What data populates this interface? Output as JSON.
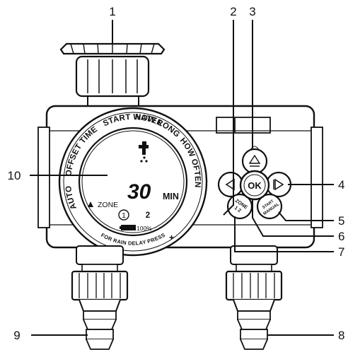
{
  "callouts": {
    "n1": "1",
    "n2": "2",
    "n3": "3",
    "n4": "4",
    "n5": "5",
    "n6": "6",
    "n7": "7",
    "n8": "8",
    "n9": "9",
    "n10": "10"
  },
  "dial_labels": {
    "start_water": "START WATER",
    "set_time": "SET TIME",
    "how_long": "HOW LONG",
    "how_often": "HOW OFTEN",
    "off": "OFF",
    "auto": "AUTO",
    "rain_delay": "FOR RAIN DELAY PRESS",
    "rain_delay_plus": "+"
  },
  "lcd": {
    "duration_value": "30",
    "duration_unit": "MIN",
    "zone_label": "ZONE",
    "zone_1": "1",
    "zone_2": "2",
    "battery_text": "100%"
  },
  "buttons": {
    "ok": "OK",
    "zone_line1": "ZONE",
    "zone_line2": "1 2",
    "manual_line1": "START",
    "manual_line2": "MANUAL"
  }
}
